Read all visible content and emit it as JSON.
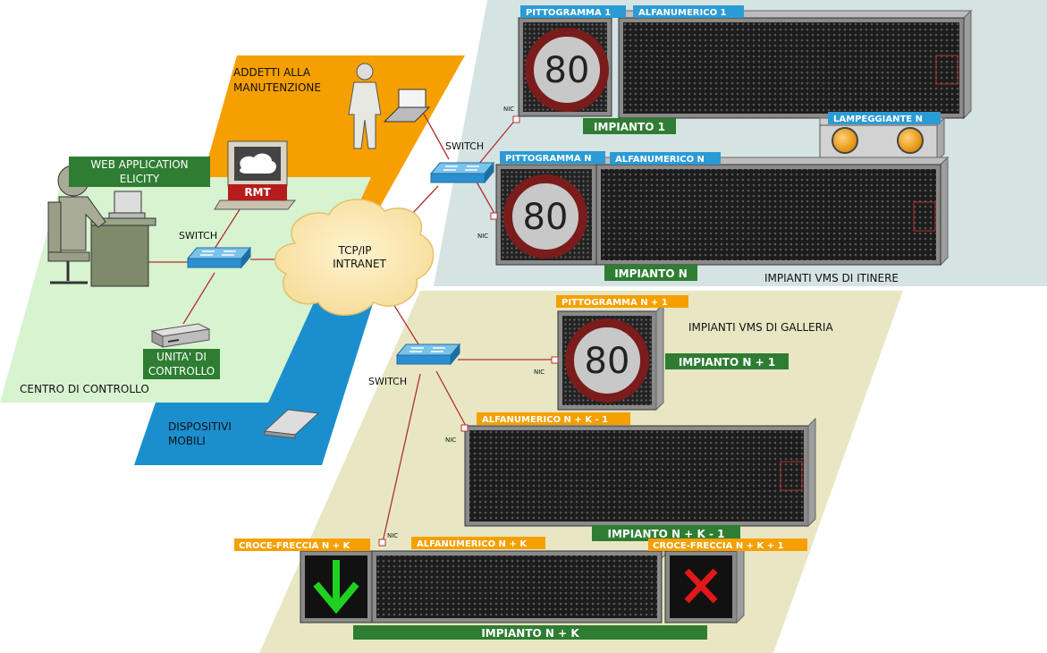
{
  "zones": {
    "maintenance": {
      "line1": "ADDETTI ALLA",
      "line2": "MANUTENZIONE"
    },
    "control_center": "CENTRO DI CONTROLLO",
    "mobile": {
      "line1": "DISPOSITIVI",
      "line2": "MOBILI"
    },
    "itinere": "IMPIANTI VMS DI ITINERE",
    "galleria": "IMPIANTI VMS DI GALLERIA"
  },
  "labels": {
    "web_app": {
      "line1": "WEB APPLICATION",
      "line2": "ELICITY"
    },
    "rmt": "RMT",
    "switch": "SWITCH",
    "unit": {
      "line1": "UNITA' DI",
      "line2": "CONTROLLO"
    },
    "network": {
      "line1": "TCP/IP",
      "line2": "INTRANET"
    },
    "nic": "NIC"
  },
  "devices": {
    "pittogramma_1": "PITTOGRAMMA 1",
    "alfanumerico_1": "ALFANUMERICO 1",
    "impianto_1": "IMPIANTO 1",
    "lampeggiante_n": "LAMPEGGIANTE N",
    "pittogramma_n": "PITTOGRAMMA N",
    "alfanumerico_n": "ALFANUMERICO N",
    "impianto_n": "IMPIANTO N",
    "pittogramma_n1": "PITTOGRAMMA N + 1",
    "impianto_n1": "IMPIANTO N + 1",
    "alfanumerico_nk1": "ALFANUMERICO N + K - 1",
    "impianto_nk1": "IMPIANTO N + K - 1",
    "croce_freccia_nk": "CROCE-FRECCIA N + K",
    "alfanumerico_nk": "ALFANUMERICO N + K",
    "croce_freccia_nk1": "CROCE-FRECCIA N + K + 1",
    "impianto_nk": "IMPIANTO N + K"
  },
  "speed_limit": "80",
  "colors": {
    "maintenance_zone": "#f5a000",
    "control_zone": "#d8f3d0",
    "mobile_zone": "#1b8fce",
    "itinere_zone": "#d5e3e3",
    "galleria_zone": "#e9e7c3",
    "green_label": "#2e7d32",
    "blue_label": "#2b9bd6",
    "orange_label": "#f5a000",
    "link": "#b03030"
  }
}
